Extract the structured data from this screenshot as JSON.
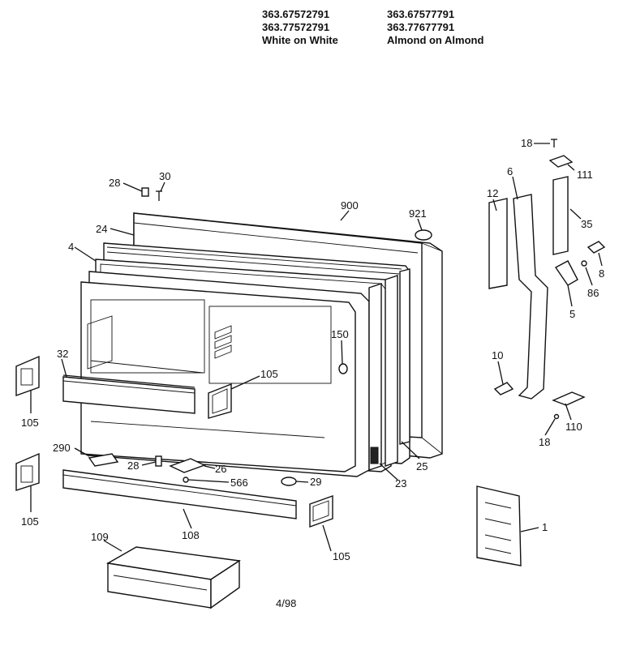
{
  "header": {
    "col1": [
      "363.67572791",
      "363.77572791",
      "White on White"
    ],
    "col2": [
      "363.67577791",
      "363.77677791",
      "Almond on Almond"
    ]
  },
  "labels": {
    "p18a": "18",
    "p111": "111",
    "p6": "6",
    "p12": "12",
    "p35": "35",
    "p28a": "28",
    "p30": "30",
    "p900": "900",
    "p921": "921",
    "p24": "24",
    "p4": "4",
    "p8": "8",
    "p86": "86",
    "p5": "5",
    "p150": "150",
    "p32": "32",
    "p105a": "105",
    "p105b": "105",
    "p10": "10",
    "p110": "110",
    "p18b": "18",
    "p290": "290",
    "p28b": "28",
    "p26": "26",
    "p566": "566",
    "p29": "29",
    "p25": "25",
    "p23": "23",
    "p105c": "105",
    "p108": "108",
    "p105d": "105",
    "p109": "109",
    "p1": "1"
  },
  "footer": {
    "date": "4/98"
  }
}
